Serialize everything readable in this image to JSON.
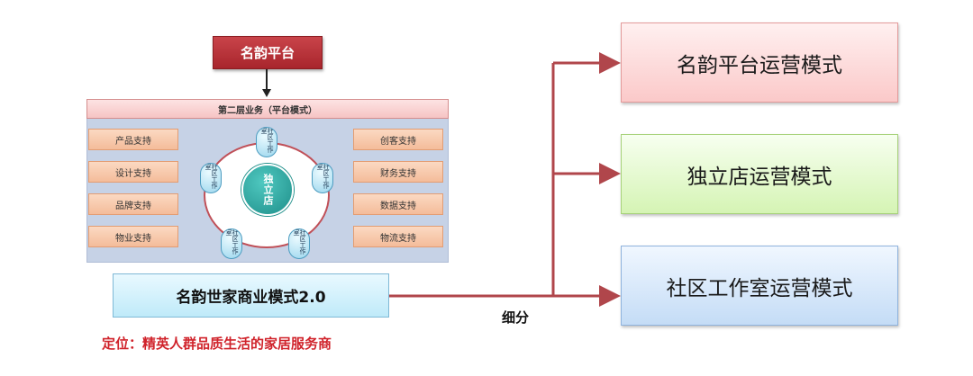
{
  "platform_label": "名韵平台",
  "layer_title": "第二层业务（平台模式）",
  "left_supports": [
    "产品支持",
    "设计支持",
    "品牌支持",
    "物业支持"
  ],
  "right_supports": [
    "创客支持",
    "财务支持",
    "数据支持",
    "物流支持"
  ],
  "center_label": "独立店",
  "studio_label": "社区工作室",
  "business_model": "名韵世家商业模式2.0",
  "positioning": "定位：精英人群品质生活的家居服务商",
  "subdivide": "细分",
  "modes": [
    "名韵平台运营模式",
    "独立店运营模式",
    "社区工作室运营模式"
  ],
  "colors": {
    "connector": "#b0464b",
    "positioning_text": "#d0232b",
    "platform_box": "#b8333a"
  }
}
